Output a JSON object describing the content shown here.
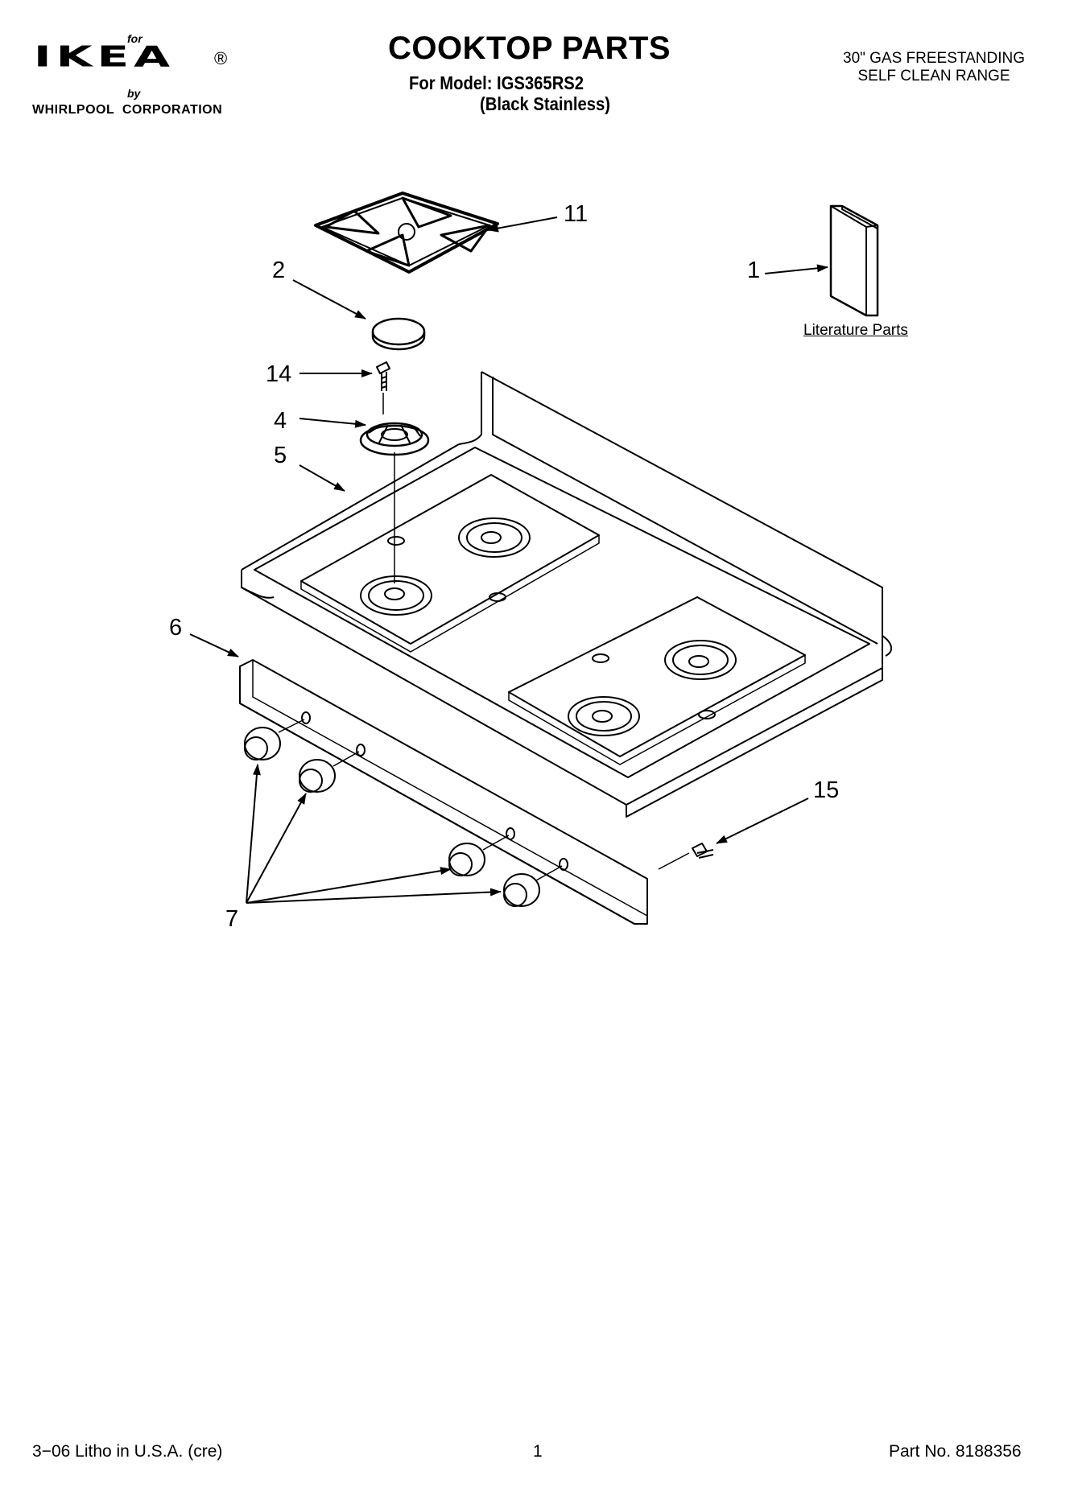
{
  "header": {
    "logo": {
      "for_text": "for",
      "brand": "IKEA",
      "registered": "®",
      "by_text": "by",
      "corporation": "WHIRLPOOL  CORPORATION"
    },
    "title": "COOKTOP PARTS",
    "model_line": "For Model: IGS365RS2",
    "model_variant": "(Black Stainless)",
    "product_line1": "30\" GAS FREESTANDING",
    "product_line2": "SELF CLEAN RANGE"
  },
  "callouts": {
    "c11": "11",
    "c2": "2",
    "c1": "1",
    "c14": "14",
    "c4": "4",
    "c5": "5",
    "c6": "6",
    "c15": "15",
    "c7": "7"
  },
  "literature_label": "Literature Parts",
  "footer": {
    "litho": "3−06 Litho in U.S.A. (cre)",
    "page": "1",
    "part_no": "Part No. 8188356"
  }
}
